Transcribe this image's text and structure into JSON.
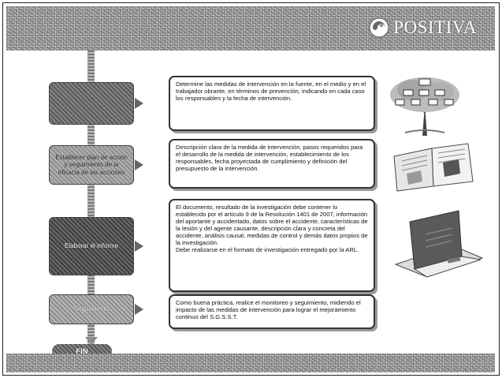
{
  "header": {
    "logo_text": "POSITIVA"
  },
  "steps": [
    {
      "label": "",
      "description": "Determine las medidas de intervención en la fuente, en el medio y en el trabajador obrante, en términos de prevención, indicando en cada caso los responsables y la fecha de intervención."
    },
    {
      "label": "Establecer plan de acción y seguimiento de la eficacia de las acciones",
      "description": "Descripción clara de la medida de intervención, pasos requeridos para el desarrollo de la medida de intervención, establecimiento de los responsables, fecha proyectada de cumplimiento y definición del presupuesto de la intervención."
    },
    {
      "label": "Elaborar el Informe",
      "description": "El documento, resultado de la investigación debe contener lo establecido por el artículo 9 de la Resolución 1401 de 2007, información del aportante y accidentado, datos sobre el accidente, características de la lesión y del agente causante, descripción clara y concreta del accidente, análisis causal, medidas de control y demás datos propios de la investigación.",
      "note": "Debe realizarse en el formato de investigación entregado por la ARL."
    },
    {
      "label": "Seguimiento",
      "description": "Como buena práctica, realice el monitoreo y seguimiento, midiendo el impacto de las medidas de intervención para lograr el mejoramiento continuo del S.G.S.S.T."
    }
  ],
  "end_label": "FIN",
  "colors": {
    "band": "#9a9a9a",
    "step_dark": "#444444",
    "desc_border": "#333333"
  }
}
